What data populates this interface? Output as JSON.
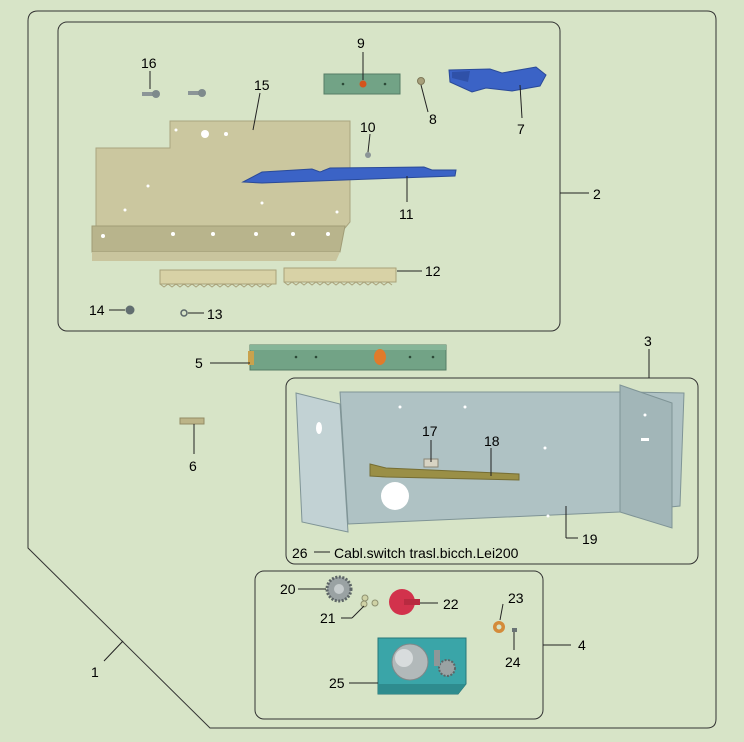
{
  "callouts": {
    "c1": "1",
    "c2": "2",
    "c3": "3",
    "c4": "4",
    "c5": "5",
    "c6": "6",
    "c7": "7",
    "c8": "8",
    "c9": "9",
    "c10": "10",
    "c11": "11",
    "c12": "12",
    "c13": "13",
    "c14": "14",
    "c15": "15",
    "c16": "16",
    "c17": "17",
    "c18": "18",
    "c19": "19",
    "c20": "20",
    "c21": "21",
    "c22": "22",
    "c23": "23",
    "c24": "24",
    "c25": "25",
    "c26": "26"
  },
  "captions": {
    "part26": "Cabl.switch trasl.bicch.Lei200"
  },
  "colors": {
    "background": "#d7e4c7",
    "frame_stroke": "#333333",
    "tan_plate": "#cbc79f",
    "rail_green": "#72a386",
    "blue_part": "#3b63c6",
    "grey_panel": "#afc2c4",
    "gear_grey": "#9aa2a3",
    "knob_red": "#d2324c",
    "motor_teal": "#3aa5a8",
    "bronze_bar": "#9a8f46"
  },
  "icons": {
    "exploded_parts": "exploded-view-part-illustrations"
  }
}
